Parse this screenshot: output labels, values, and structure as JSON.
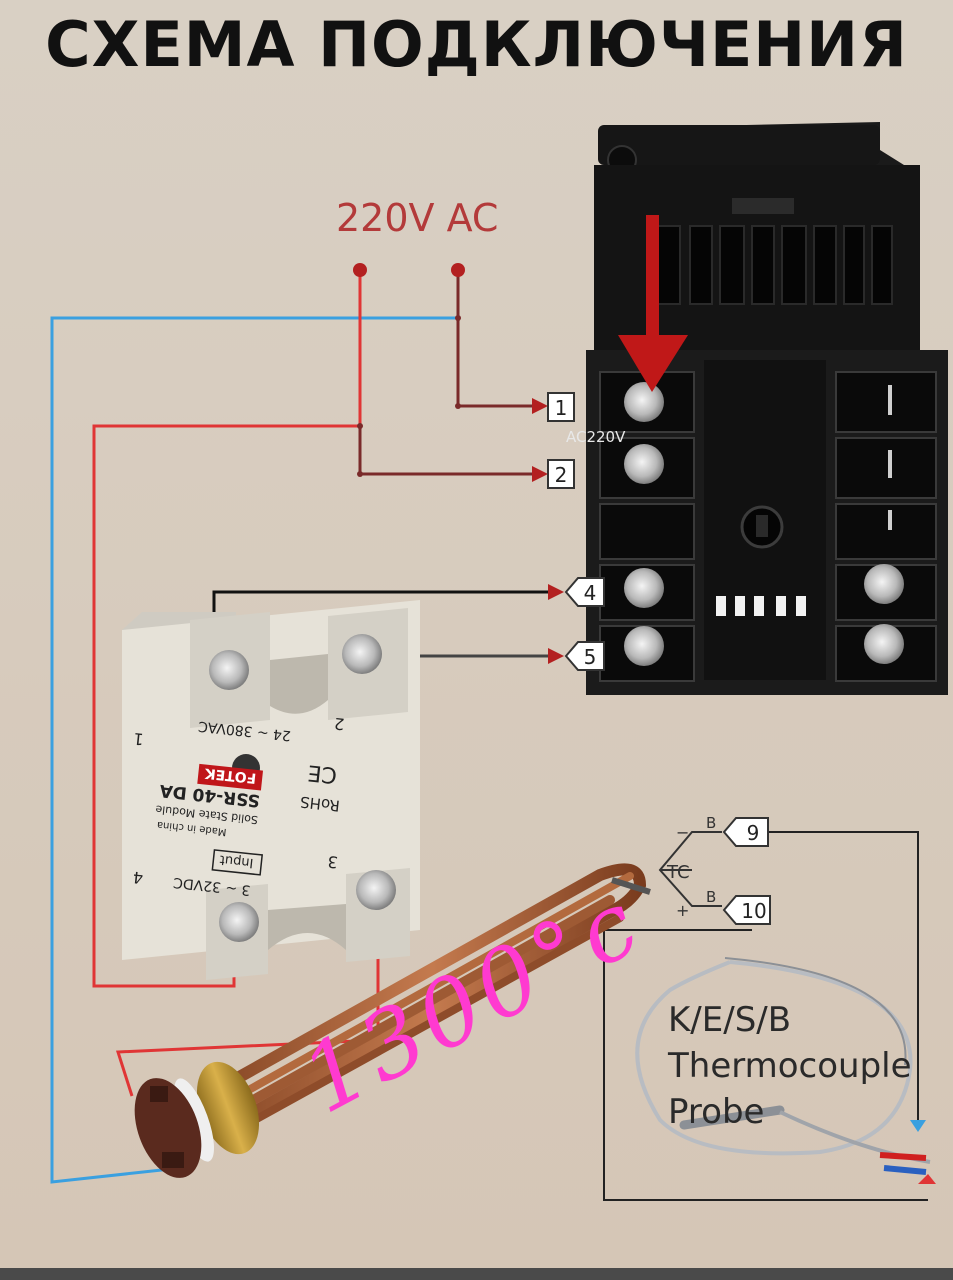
{
  "title": "СХЕМА ПОДКЛЮЧЕНИЯ",
  "supply_label": "220V AC",
  "controller": {
    "terminal_labels": [
      "1",
      "2",
      "4",
      "5",
      "9",
      "10"
    ],
    "ac_label": "AC220V",
    "tc_label": "TC",
    "b_label": "B",
    "minus": "−",
    "plus": "+"
  },
  "ssr": {
    "brand": "FOTEK",
    "model": "SSR-40 DA",
    "type": "Solid State Module",
    "origin": "Made in china",
    "input": "Input",
    "input_range": "3 ~ 32VDC",
    "output_range": "24 ~ 380VAC",
    "rohs": "RoHS",
    "ce": "CE",
    "pin1": "1",
    "pin2": "2",
    "pin3": "3",
    "pin4": "4"
  },
  "probe": {
    "line1": "K/E/S/B",
    "line2": "Thermocouple",
    "line3": "Probe"
  },
  "handwritten_note": "1300°c",
  "colors": {
    "background": "#d8cdbf",
    "wire_blue": "#3aa0e0",
    "wire_red": "#e03535",
    "wire_dark": "#7a2a2a",
    "arrow_red": "#c01818",
    "annotation_pink": "#ff3ad0"
  }
}
